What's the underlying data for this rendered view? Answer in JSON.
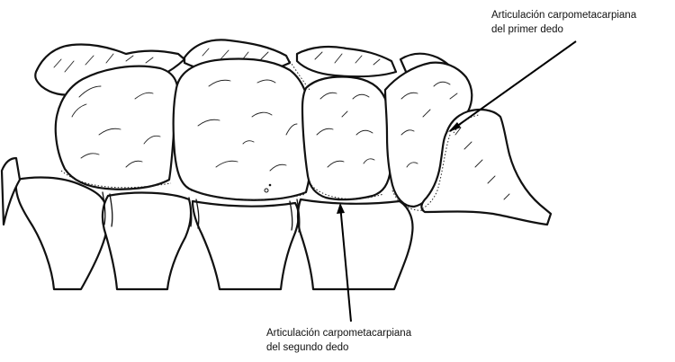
{
  "labels": {
    "first_joint": {
      "line1": "Articulación carpometacarpiana",
      "line2": "del primer dedo"
    },
    "second_joint": {
      "line1": "Articulación carpometacarpiana",
      "line2": "del segundo dedo"
    }
  },
  "colors": {
    "ink": "#111111",
    "background": "#ffffff"
  }
}
